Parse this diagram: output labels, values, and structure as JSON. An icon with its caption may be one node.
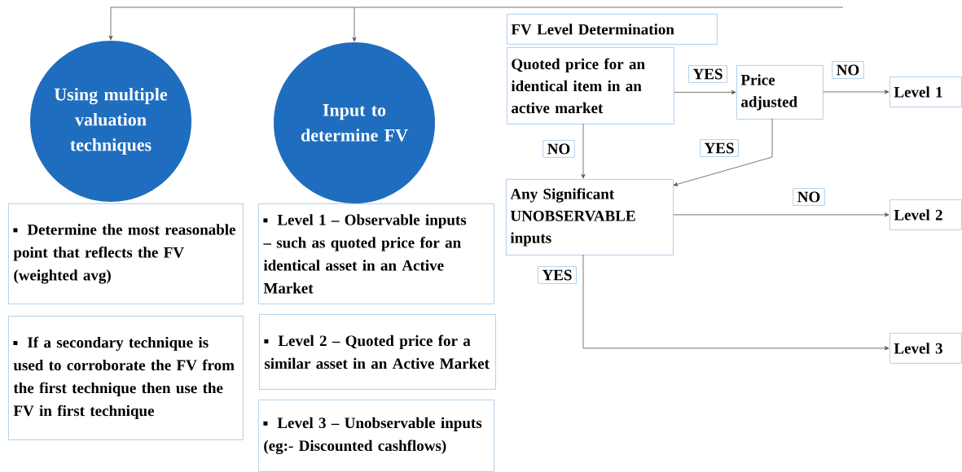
{
  "diagram": {
    "nodes": [
      {
        "text": [
          "Using multiple valuation techniques"
        ]
      },
      {
        "text": [
          "Input to determine FV"
        ]
      },
      {
        "text": [
          "Determine the most reasonable point that reflects the FV (weighted avg)"
        ]
      },
      {
        "text": [
          "If a secondary technique is used to corroborate the FV from the first technique then use the FV in first technique"
        ]
      },
      {
        "text": [
          "Level 1 – Observable inputs – such as quoted price for an identical asset in an Active Market"
        ]
      },
      {
        "text": [
          "Level 2 – Quoted price for a similar asset in an Active Market"
        ]
      },
      {
        "text": [
          "Level 3 – Unobservable inputs (eg:- Discounted cashflows)"
        ]
      },
      {
        "text": [
          "FV Level Determination"
        ]
      },
      {
        "text": [
          "Quoted price for an identical item in an active market"
        ]
      },
      {
        "text": [
          "Price adjusted"
        ]
      },
      {
        "text": [
          "Level 1"
        ]
      },
      {
        "text": [
          "Any Significant UNOBSERVABLE inputs"
        ]
      },
      {
        "text": [
          "Level 2"
        ]
      },
      {
        "text": [
          "Level 3"
        ]
      }
    ],
    "edges": [
      {
        "from": null,
        "to": 0,
        "arrow": "to"
      },
      {
        "from": null,
        "to": 1,
        "arrow": "to"
      },
      {
        "from": 8,
        "to": 9,
        "arrow": "to",
        "label": "YES"
      },
      {
        "from": 9,
        "to": 10,
        "arrow": "to",
        "label": "NO"
      },
      {
        "from": 8,
        "to": 11,
        "arrow": "to",
        "label": "NO"
      },
      {
        "from": 9,
        "to": 11,
        "arrow": "to",
        "label": "YES"
      },
      {
        "from": 11,
        "to": 12,
        "arrow": "to",
        "label": "NO"
      },
      {
        "from": 11,
        "to": 13,
        "arrow": "to",
        "label": "YES"
      }
    ]
  }
}
